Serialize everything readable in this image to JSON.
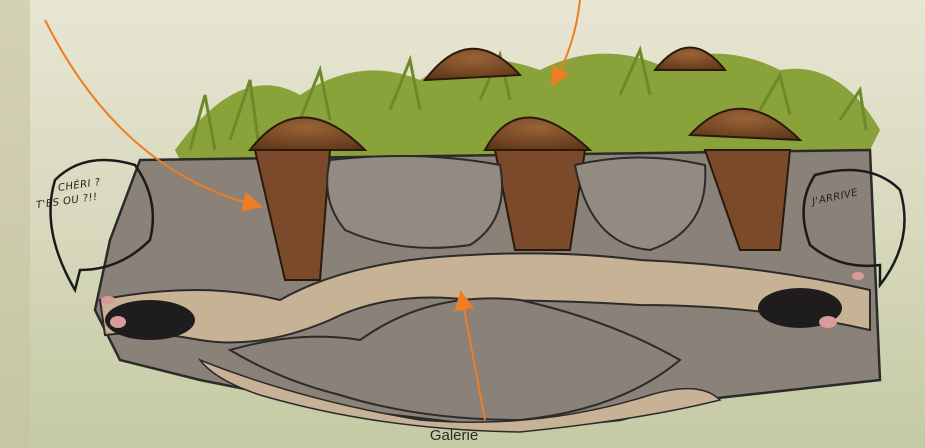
{
  "labels": {
    "galerie": "Galerie"
  },
  "bubbles": {
    "left": [
      "CHÉRI ?",
      "T'ES OU ?!!"
    ],
    "right": [
      "J'ARRIVE"
    ]
  },
  "colors": {
    "annotation_arrow": "#ef7d22",
    "soil_grey": "#8a8179",
    "soil_brown": "#7b4a2a",
    "tunnel": "#c8b296",
    "grass": "#8aa23a",
    "background": "#d9d8c4"
  },
  "icons": {
    "left_animal": "mole-icon",
    "right_animal": "mole-icon"
  }
}
